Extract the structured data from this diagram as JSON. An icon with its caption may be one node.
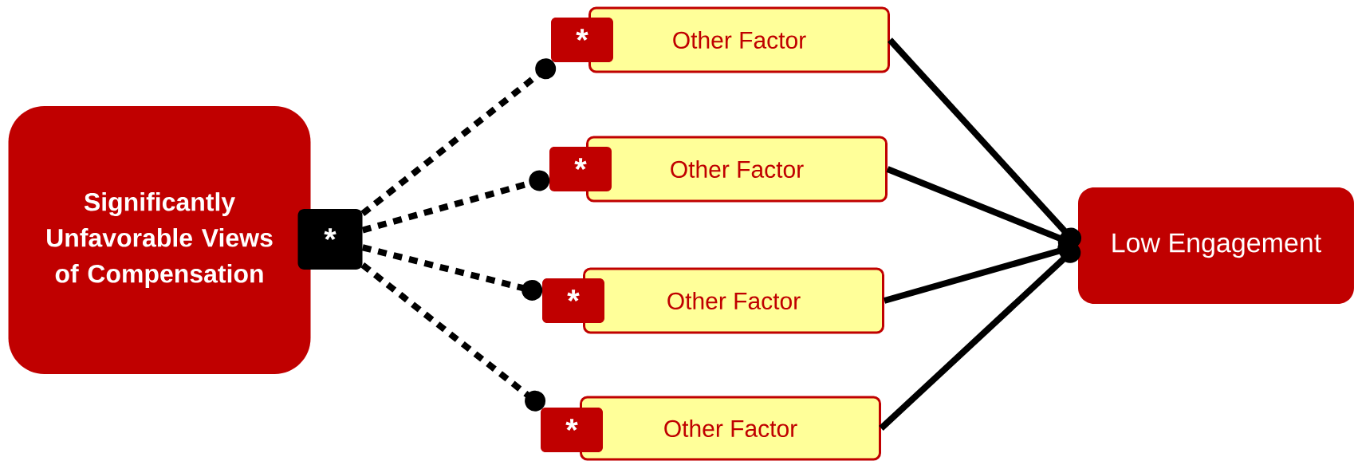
{
  "diagram": {
    "nodes": [
      {
        "text": [
          "Significantly Unfavorable Views of Compensation"
        ]
      },
      {
        "text": [
          "*"
        ]
      },
      {
        "text": [
          "*"
        ]
      },
      {
        "text": [
          "Other Factor"
        ]
      },
      {
        "text": [
          "*"
        ]
      },
      {
        "text": [
          "Other Factor"
        ]
      },
      {
        "text": [
          "*"
        ]
      },
      {
        "text": [
          "Other Factor"
        ]
      },
      {
        "text": [
          "*"
        ]
      },
      {
        "text": [
          "Other Factor"
        ]
      },
      {
        "text": [
          "Low Engagement"
        ]
      }
    ],
    "edges": [
      {
        "from": 1,
        "to": 2,
        "arrow": "other",
        "style": "dashed"
      },
      {
        "from": 1,
        "to": 4,
        "arrow": "other",
        "style": "dashed"
      },
      {
        "from": 1,
        "to": 6,
        "arrow": "other",
        "style": "dashed"
      },
      {
        "from": 1,
        "to": 8,
        "arrow": "other",
        "style": "dashed"
      },
      {
        "from": 3,
        "to": 10,
        "arrow": "other"
      },
      {
        "from": 5,
        "to": 10,
        "arrow": "other"
      },
      {
        "from": 7,
        "to": 10,
        "arrow": "other"
      },
      {
        "from": 9,
        "to": 10,
        "arrow": "other"
      }
    ]
  }
}
